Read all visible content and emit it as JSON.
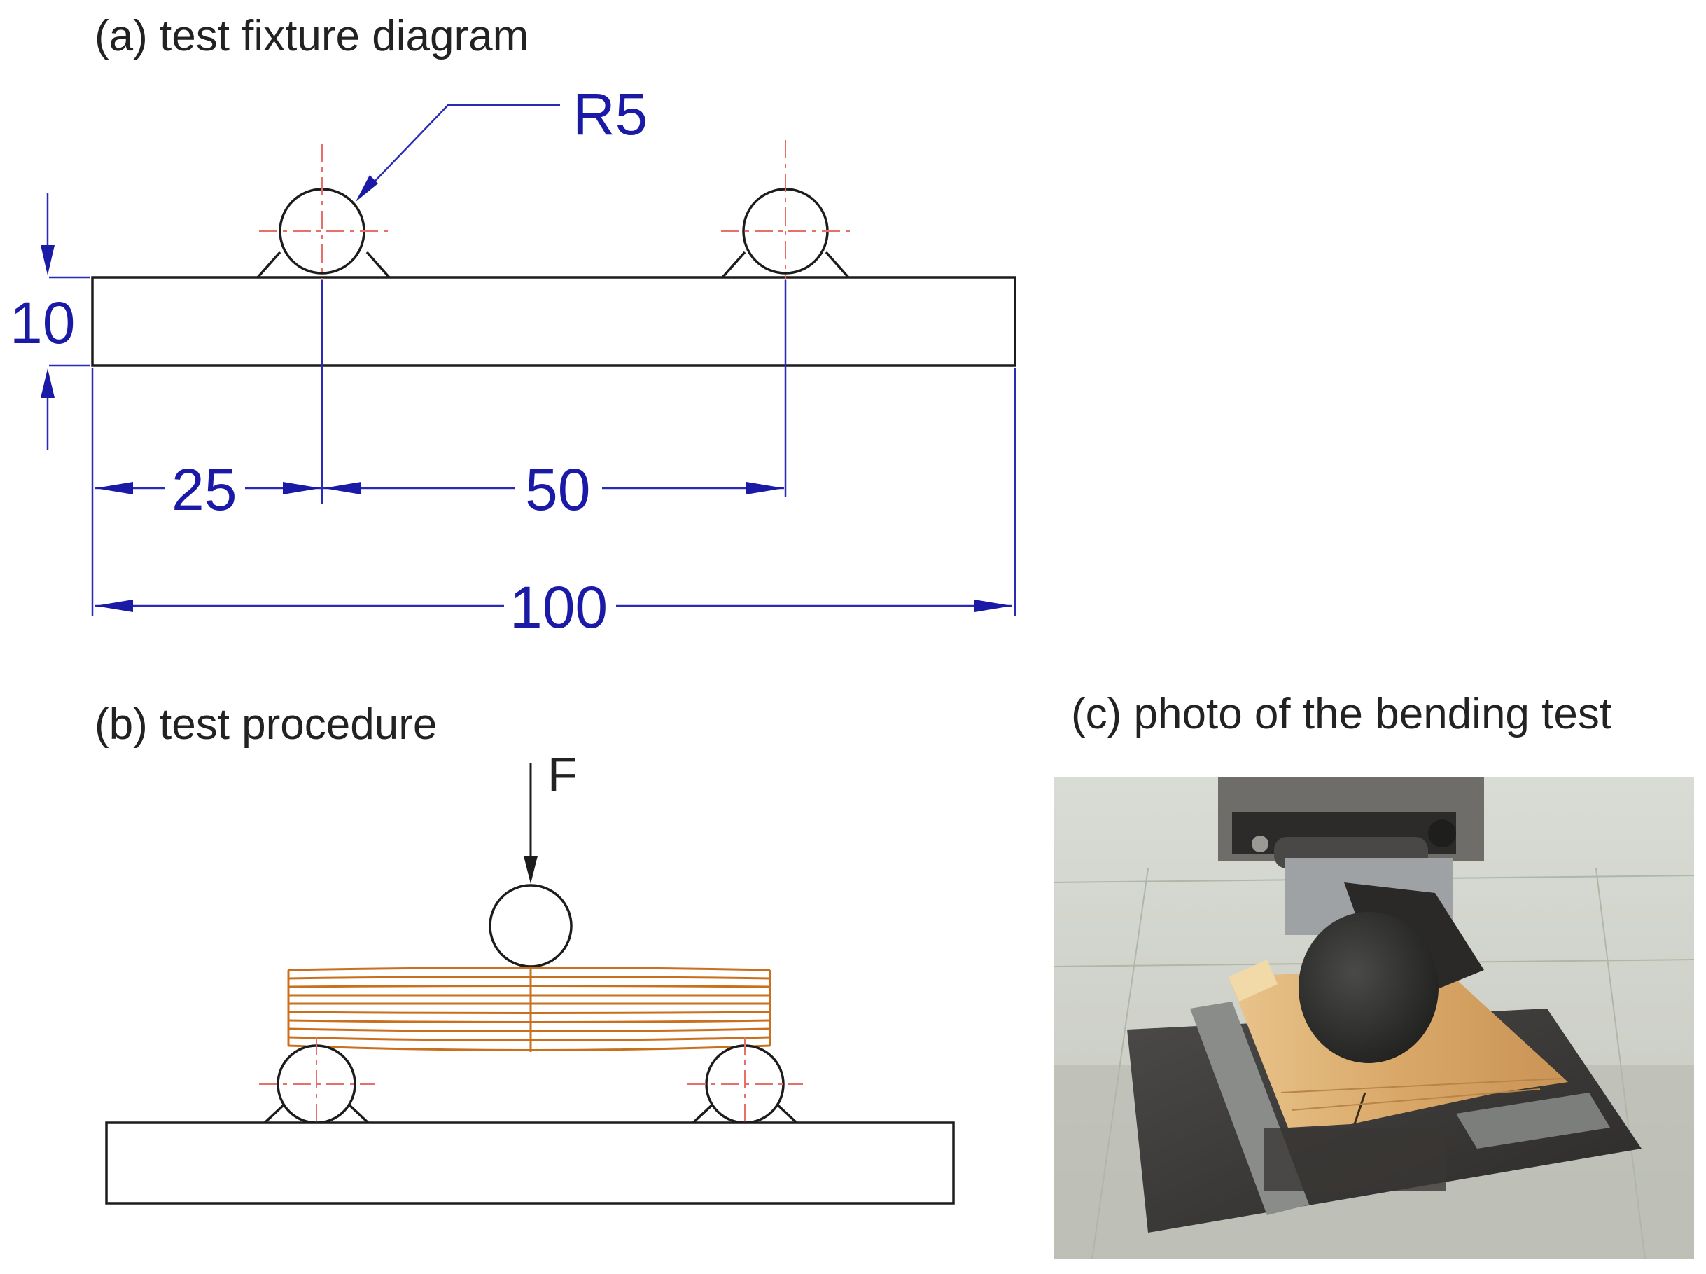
{
  "captions": {
    "a": "(a) test fixture diagram",
    "b": "(b) test procedure",
    "c": "(c) photo of the bending test"
  },
  "dimensions": {
    "radius": "R5",
    "thickness": "10",
    "overhang": "25",
    "span": "50",
    "length": "100"
  },
  "force_label": "F",
  "colors": {
    "dimension": "#1a1aa6",
    "center_line": "#e8706a",
    "wood_layers": "#c9701e",
    "outline": "#1c1c1c"
  }
}
